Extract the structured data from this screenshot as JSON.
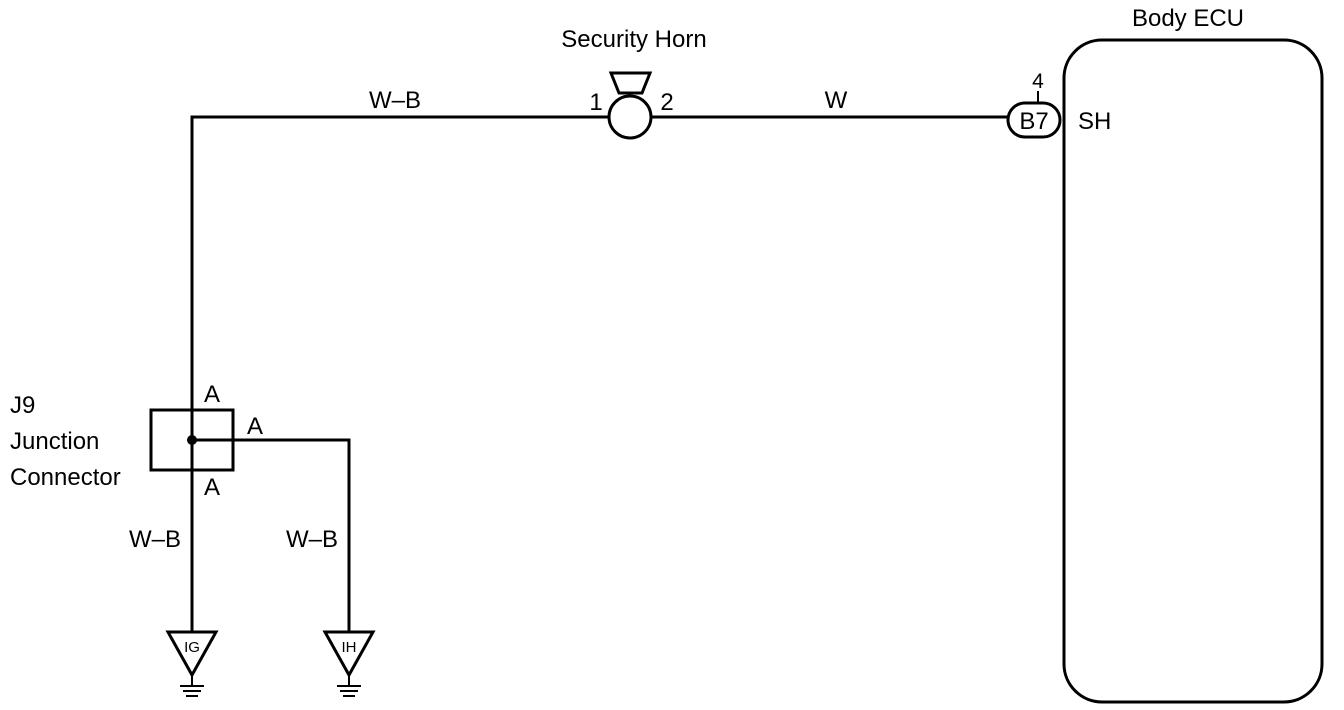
{
  "security_horn": {
    "title": "Security Horn",
    "pin_1": "1",
    "pin_2": "2"
  },
  "body_ecu": {
    "title": "Body ECU",
    "connector": "B7",
    "pin": "4",
    "terminal": "SH"
  },
  "junction_connector": {
    "id": "J9",
    "name_line1": "Junction",
    "name_line2": "Connector",
    "terminal_top": "A",
    "terminal_right": "A",
    "terminal_bottom": "A"
  },
  "wires": {
    "horn_to_junction": "W–B",
    "horn_to_ecu": "W",
    "junction_to_ig": "W–B",
    "junction_to_ih": "W–B"
  },
  "grounds": {
    "left": "IG",
    "right": "IH"
  }
}
